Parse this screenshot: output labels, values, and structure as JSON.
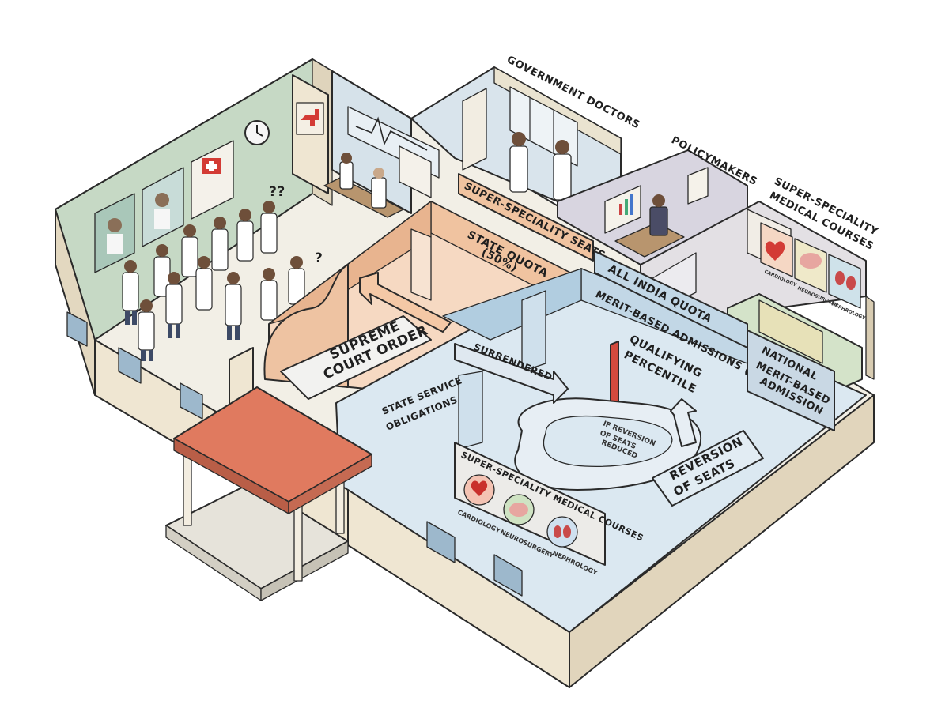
{
  "labels": {
    "government_doctors": "GOVERNMENT DOCTORS",
    "policymakers": "POLICYMAKERS",
    "super_speciality_medical_courses_top": [
      "SUPER-SPECIALITY",
      "MEDICAL COURSES"
    ],
    "super_speciality_seats": "SUPER-SPECIALITY SEATS",
    "state_quota": [
      "STATE QUOTA",
      "(50%)"
    ],
    "all_india_quota": "ALL INDIA QUOTA",
    "merit_based_admissions": "MERIT-BASED ADMISSIONS (AIQ)",
    "qualifying_percentile": [
      "QUALIFYING",
      "PERCENTILE"
    ],
    "national_merit": [
      "NATIONAL",
      "MERIT-BASED",
      "ADMISSION"
    ],
    "supreme_court_order": [
      "SUPREME",
      "COURT ORDER"
    ],
    "surrendered": "SURRENDERED",
    "state_service_obligations": [
      "STATE SERVICE",
      "OBLIGATIONS"
    ],
    "if_reversion": [
      "IF REVERSION",
      "OF SEATS",
      "REDUCED"
    ],
    "reversion_of_seats": [
      "REVERSION",
      "OF SEATS"
    ],
    "super_speciality_medical_courses_bottom": "SUPER-SPECIALITY MEDICAL COURSES",
    "course_cardiology": "CARDIOLOGY",
    "course_neurosurgery": "NEUROSURGERY",
    "course_nephrology": "NEPHROLOGY",
    "poster_cardiology": "CARDIOLOGY",
    "poster_neurosurgery": "NEUROSURGERY",
    "poster_nephrology": "NEPHROLOGY",
    "question_marks_1": "??",
    "question_marks_2": "?"
  },
  "colors": {
    "wall_cream": "#efe6d2",
    "wall_cream_dark": "#d8ccb2",
    "floor_light": "#f3f0e8",
    "green_wall": "#bcd3c0",
    "blue_room": "#c9dcea",
    "blue_room_dark": "#a9c6dc",
    "peach_room": "#f3c9a8",
    "peach_dark": "#e3ad86",
    "roof_red": "#e07a5f",
    "grey_room": "#d7d5dc",
    "outline": "#2a2a2a"
  }
}
